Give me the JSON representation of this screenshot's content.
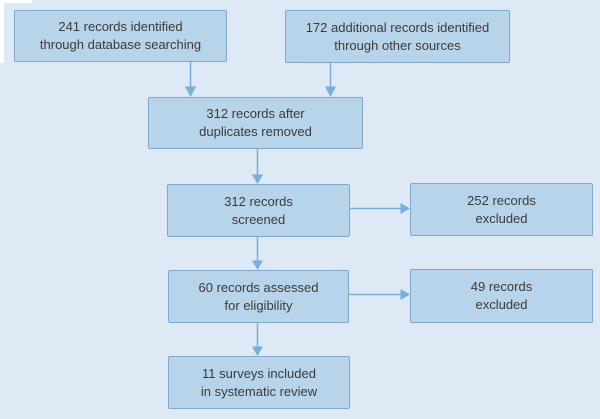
{
  "diagram_type": "flow-diagram",
  "boxes": [
    {
      "name": "records-identified-database",
      "line1": "241 records identified",
      "line2": "through database searching"
    },
    {
      "name": "records-identified-other",
      "line1": "172 additional records identified",
      "line2": "through other sources"
    },
    {
      "name": "records-after-duplicates",
      "line1": "312 records after",
      "line2": "duplicates removed"
    },
    {
      "name": "records-screened",
      "line1": "312 records",
      "line2": "screened"
    },
    {
      "name": "records-excluded-screening",
      "line1": "252 records",
      "line2": "excluded"
    },
    {
      "name": "records-assessed-eligibility",
      "line1": "60 records assessed",
      "line2": "for eligibility"
    },
    {
      "name": "records-excluded-eligibility",
      "line1": "49 records",
      "line2": "excluded"
    },
    {
      "name": "surveys-included",
      "line1": "11 surveys included",
      "line2": "in systematic review"
    }
  ],
  "flows": [
    "database-searching -> duplicates-removed",
    "other-sources -> duplicates-removed",
    "duplicates-removed -> screened",
    "screened -> excluded-252",
    "screened -> assessed-for-eligibility",
    "assessed-for-eligibility -> excluded-49",
    "assessed-for-eligibility -> included-in-review"
  ],
  "colors": {
    "background": "#dde9f4",
    "box_fill": "#b8d4ea",
    "box_border": "#7fa9cc",
    "arrow": "#79afd9",
    "text": "#3b3b3b"
  }
}
